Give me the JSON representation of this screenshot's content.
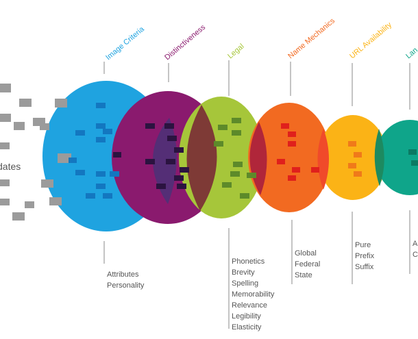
{
  "left_label": "dates",
  "stages": [
    {
      "label": "Image Criteria",
      "color": "#1fa3e0",
      "desc": [
        "Attributes",
        "Personality"
      ]
    },
    {
      "label": "Distinctiveness",
      "color": "#8a1a6e",
      "desc": []
    },
    {
      "label": "Legal",
      "color": "#a6c63a",
      "desc": [
        "Phonetics",
        "Brevity",
        "Spelling",
        "Memorability",
        "Relevance",
        "Legibility",
        "Elasticity"
      ]
    },
    {
      "label": "Name Mechanics",
      "color": "#f26a21",
      "desc": [
        "Global",
        "Federal",
        "State"
      ]
    },
    {
      "label": "URL Availability",
      "color": "#fbb316",
      "desc": [
        "Pure",
        "Prefix",
        "Suffix"
      ]
    },
    {
      "label": "Lan",
      "color": "#0fa58a",
      "desc": [
        "A",
        "C"
      ]
    }
  ],
  "colors": {
    "candidate_gray": "#9b9b9b",
    "overlap": "#b0263a",
    "leader": "#888888"
  }
}
